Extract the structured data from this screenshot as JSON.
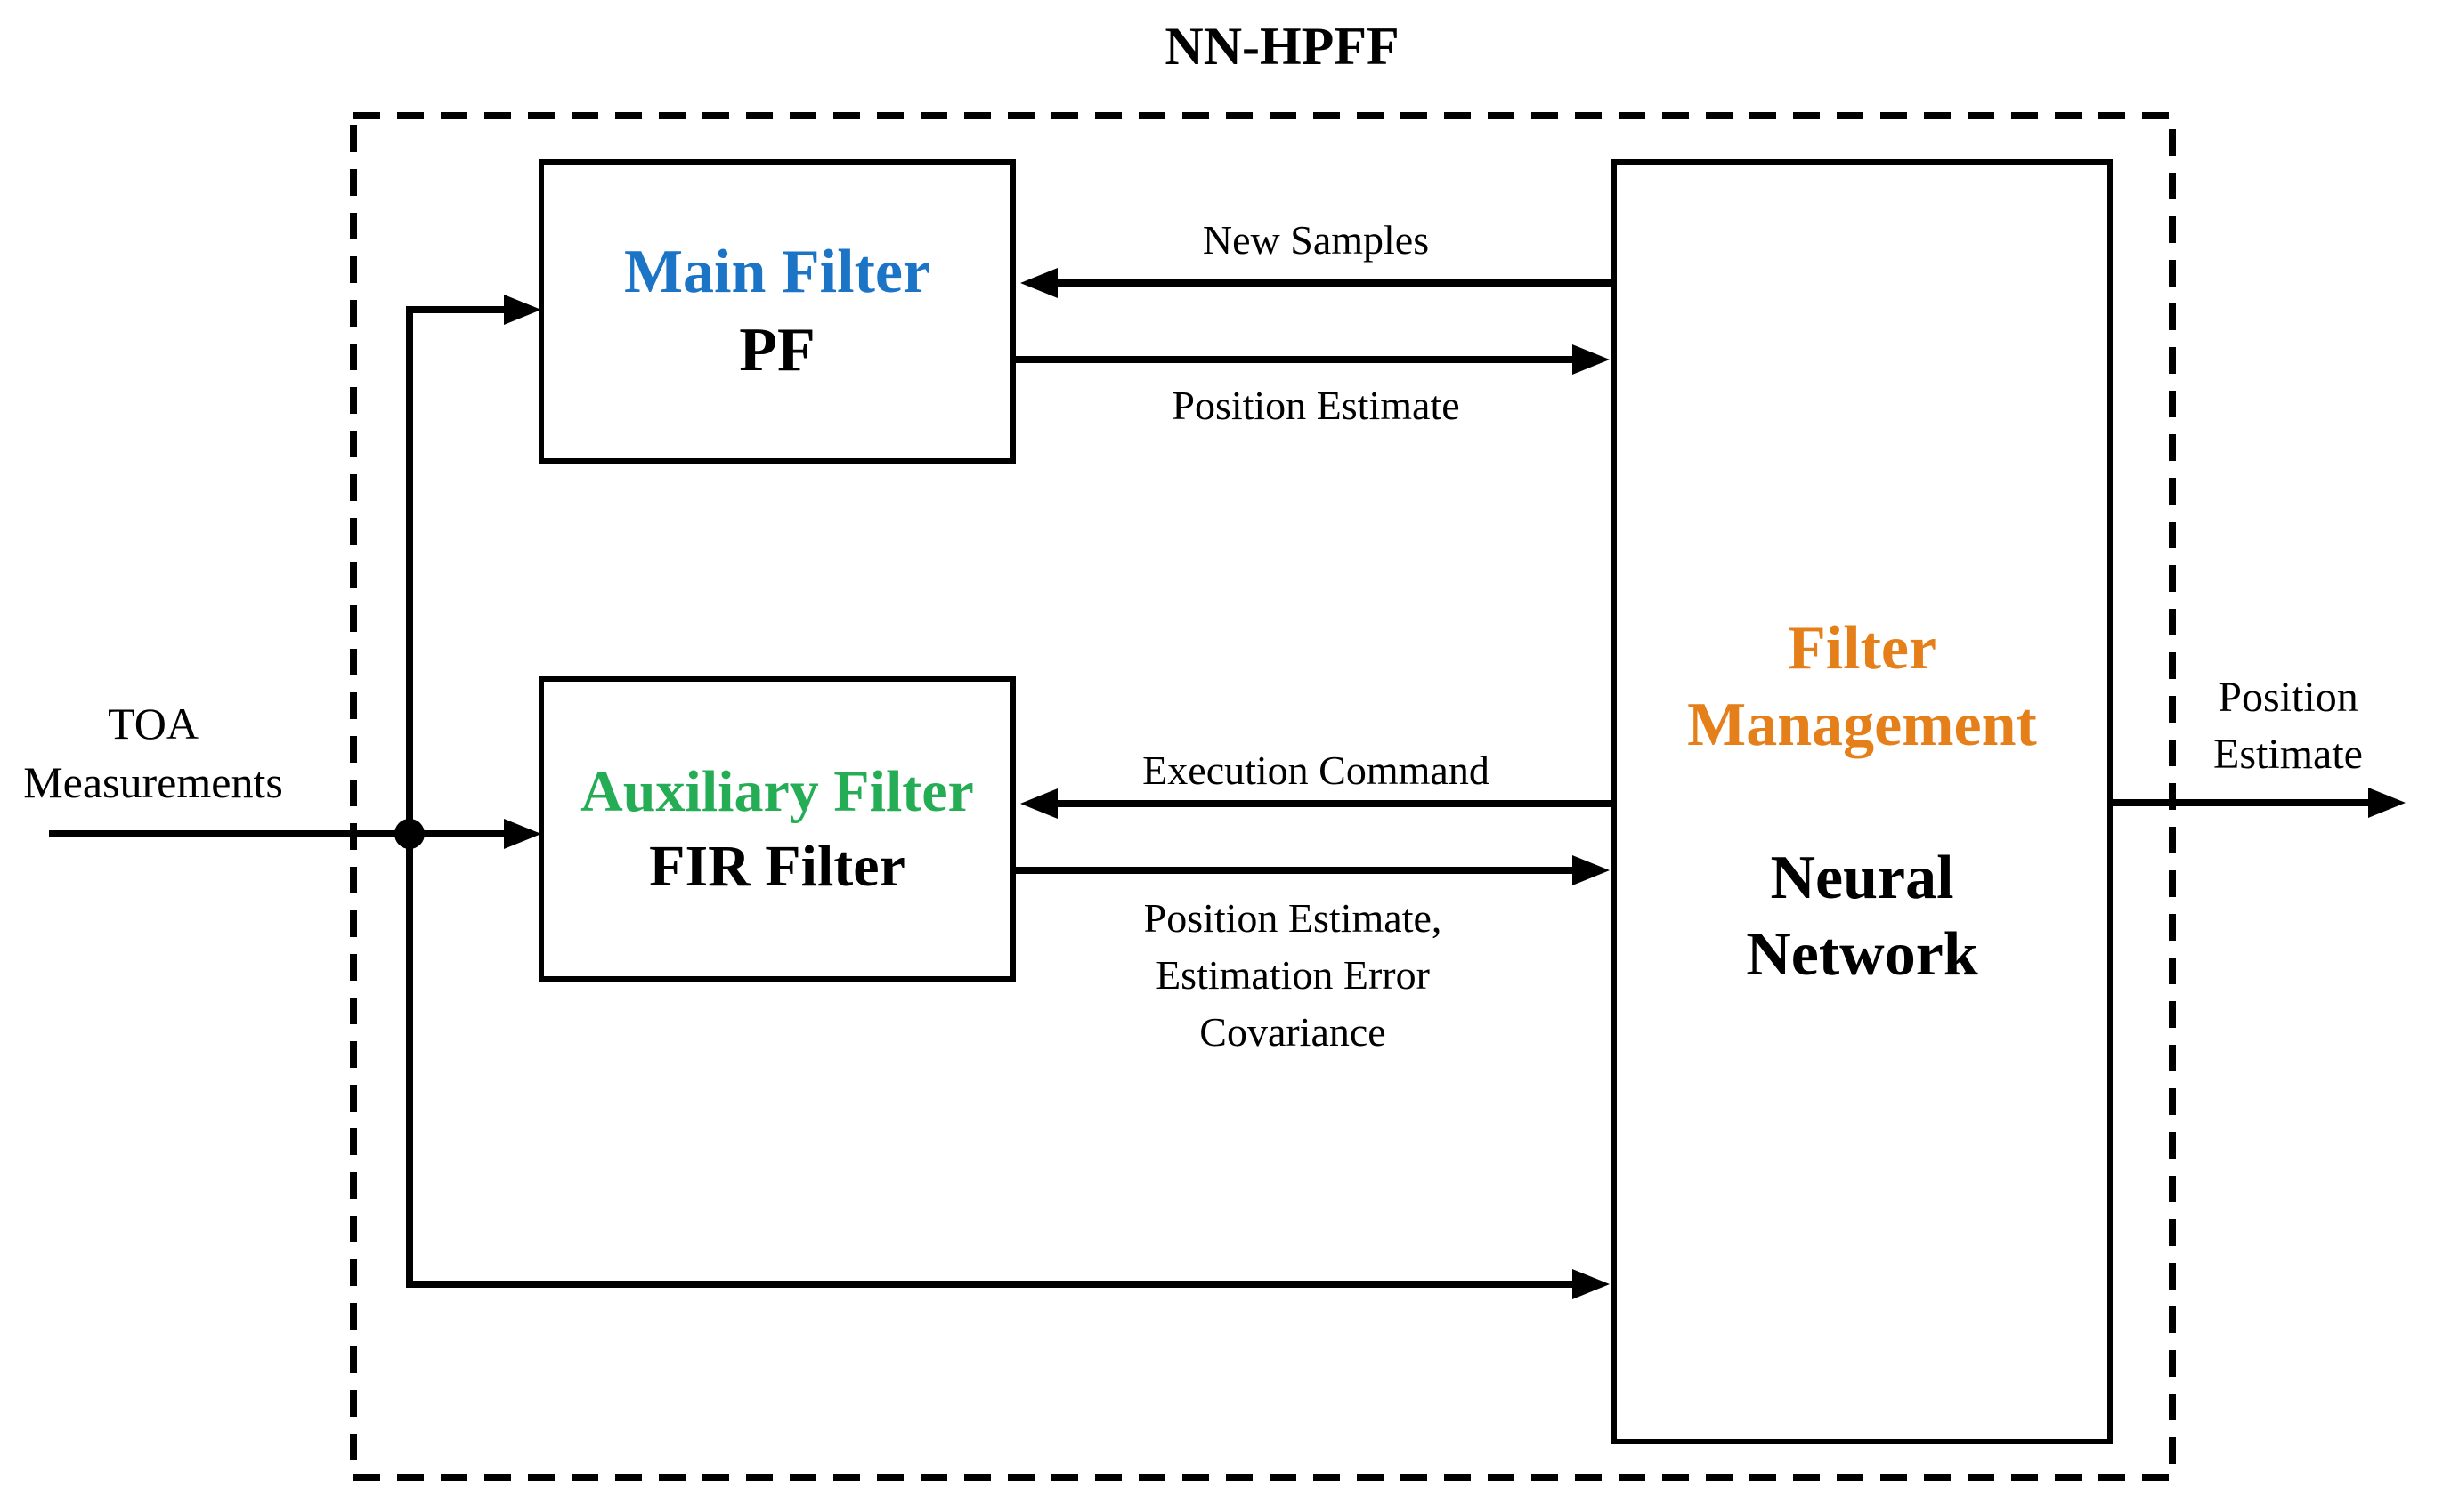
{
  "title": "NN-HPFF",
  "colors": {
    "main_filter_title": "#1C74C6",
    "auxiliary_filter_title": "#25AD55",
    "filter_management_title": "#E47F1A",
    "line": "#000000",
    "background": "#FFFFFF"
  },
  "input": {
    "label_line1": "TOA",
    "label_line2": "Measurements"
  },
  "output": {
    "label_line1": "Position",
    "label_line2": "Estimate"
  },
  "nodes": {
    "main_filter": {
      "title": "Main Filter",
      "subtitle": "PF"
    },
    "auxiliary_filter": {
      "title": "Auxiliary Filter",
      "subtitle": "FIR Filter"
    },
    "filter_management": {
      "title_line1": "Filter",
      "title_line2": "Management",
      "subtitle_line1": "Neural",
      "subtitle_line2": "Network"
    }
  },
  "edges": {
    "new_samples": {
      "label": "New Samples"
    },
    "main_to_management": {
      "label": "Position Estimate"
    },
    "execution_command": {
      "label": "Execution Command"
    },
    "aux_to_management": {
      "label_line1": "Position Estimate,",
      "label_line2": "Estimation Error",
      "label_line3": "Covariance"
    }
  }
}
